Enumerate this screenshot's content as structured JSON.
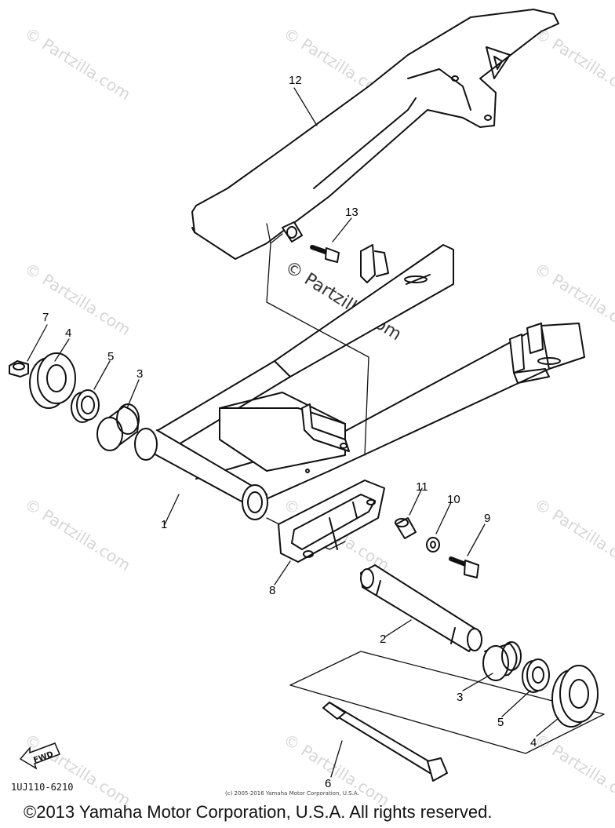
{
  "watermark": {
    "text": "© Partzilla.com",
    "color": "#d6d6d6"
  },
  "diagram": {
    "code": "1UJ110-6210",
    "small_copyright": "(c) 2005-2016 Yamaha Motor Corporation, U.S.A.",
    "copyright": "©2013 Yamaha Motor Corporation, U.S.A. All rights reserved.",
    "fwd_label": "FWD"
  },
  "callouts": [
    {
      "label": "1"
    },
    {
      "label": "2"
    },
    {
      "label": "3"
    },
    {
      "label": "3"
    },
    {
      "label": "4"
    },
    {
      "label": "4"
    },
    {
      "label": "5"
    },
    {
      "label": "5"
    },
    {
      "label": "6"
    },
    {
      "label": "7"
    },
    {
      "label": "8"
    },
    {
      "label": "9"
    },
    {
      "label": "10"
    },
    {
      "label": "11"
    },
    {
      "label": "12"
    },
    {
      "label": "13"
    }
  ]
}
